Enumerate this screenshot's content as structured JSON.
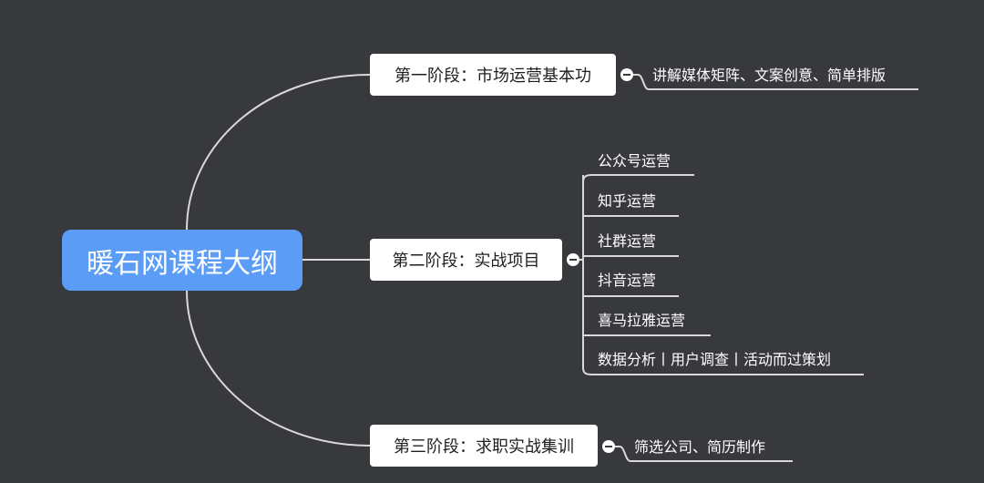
{
  "root": {
    "label": "暖石网课程大纲"
  },
  "stages": [
    {
      "label": "第一阶段：市场运营基本功",
      "items": [
        "讲解媒体矩阵、文案创意、简单排版"
      ]
    },
    {
      "label": "第二阶段：实战项目",
      "items": [
        "公众号运营",
        "知乎运营",
        "社群运营",
        "抖音运营",
        "喜马拉雅运营",
        "数据分析丨用户调查丨活动而过策划"
      ]
    },
    {
      "label": "第三阶段：求职实战集训",
      "items": [
        "筛选公司、简历制作"
      ]
    }
  ],
  "colors": {
    "background": "#38393d",
    "root": "#5b9cf6",
    "node": "#ffffff",
    "line": "#d9d9d9"
  }
}
